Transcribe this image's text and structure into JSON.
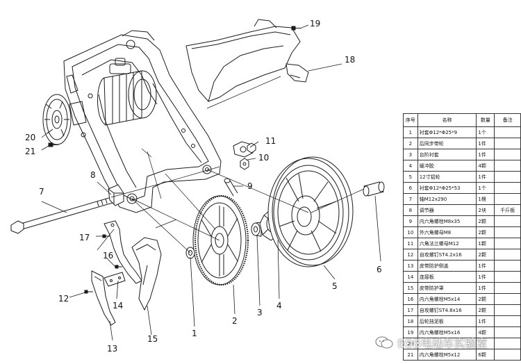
{
  "callouts": [
    "1",
    "2",
    "3",
    "4",
    "5",
    "6",
    "7",
    "8",
    "9",
    "10",
    "11",
    "12",
    "13",
    "14",
    "15",
    "16",
    "17",
    "18",
    "19",
    "20",
    "21"
  ],
  "bom": {
    "headers": [
      "序号",
      "名称",
      "数量",
      "备注"
    ],
    "rows": [
      {
        "no": "1",
        "name": "衬套Φ12*Φ25*9",
        "qty": "1个",
        "note": ""
      },
      {
        "no": "2",
        "name": "后同步带轮",
        "qty": "1件",
        "note": ""
      },
      {
        "no": "3",
        "name": "台阶衬套",
        "qty": "1件",
        "note": ""
      },
      {
        "no": "4",
        "name": "缓冲胶",
        "qty": "4颗",
        "note": ""
      },
      {
        "no": "5",
        "name": "12寸铝轮",
        "qty": "1件",
        "note": ""
      },
      {
        "no": "6",
        "name": "衬套Φ12*Φ25*53",
        "qty": "1个",
        "note": ""
      },
      {
        "no": "7",
        "name": "轴M12x290",
        "qty": "1根",
        "note": ""
      },
      {
        "no": "8",
        "name": "调节器",
        "qty": "2块",
        "note": "千斤板"
      },
      {
        "no": "9",
        "name": "内六角螺栓M8x35",
        "qty": "2颗",
        "note": ""
      },
      {
        "no": "10",
        "name": "外六角螺母M8",
        "qty": "2颗",
        "note": ""
      },
      {
        "no": "11",
        "name": "六角法兰螺母M12",
        "qty": "1颗",
        "note": ""
      },
      {
        "no": "12",
        "name": "自攻螺钉ST4.2x16",
        "qty": "2颗",
        "note": ""
      },
      {
        "no": "13",
        "name": "皮带防护侧盖",
        "qty": "1件",
        "note": ""
      },
      {
        "no": "14",
        "name": "连接板",
        "qty": "1件",
        "note": ""
      },
      {
        "no": "15",
        "name": "皮带防护罩",
        "qty": "1件",
        "note": ""
      },
      {
        "no": "16",
        "name": "内六角螺栓M5x14",
        "qty": "2颗",
        "note": ""
      },
      {
        "no": "17",
        "name": "自攻螺钉ST4.8x16",
        "qty": "2颗",
        "note": ""
      },
      {
        "no": "18",
        "name": "后轮挡泥板",
        "qty": "1件",
        "note": ""
      },
      {
        "no": "19",
        "name": "内六角螺栓M5x16",
        "qty": "4颗",
        "note": ""
      },
      {
        "no": "20",
        "name": "",
        "qty": "",
        "note": ""
      },
      {
        "no": "21",
        "name": "内六角螺栓M5x12",
        "qty": "6颗",
        "note": ""
      }
    ]
  },
  "watermark": {
    "text": "EOB电动车实验室",
    "icon": "wechat-bubble-icon"
  }
}
